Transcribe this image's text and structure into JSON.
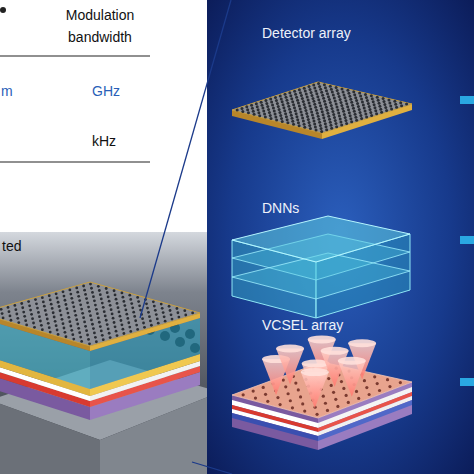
{
  "diagram": {
    "labels": [
      "Modulation bandwidth",
      "m",
      "GHz",
      "kHz",
      "ted",
      "Detector array",
      "DNNs",
      "VCSEL array"
    ]
  }
}
